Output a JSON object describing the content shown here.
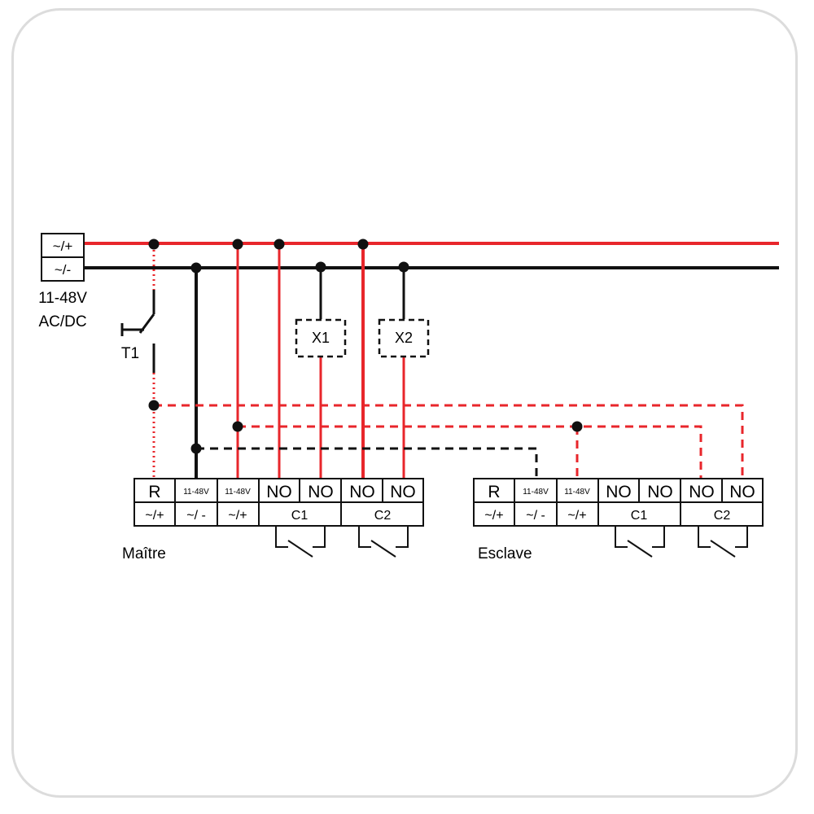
{
  "supply": {
    "pos_label": "~/+",
    "neg_label": "~/-",
    "voltage": "11-48V",
    "type": "AC/DC"
  },
  "switch": {
    "label": "T1"
  },
  "loads": [
    {
      "label": "X1"
    },
    {
      "label": "X2"
    }
  ],
  "master": {
    "name": "Maître",
    "top_labels": [
      "R",
      "11-48V",
      "11-48V",
      "NO",
      "NO",
      "NO",
      "NO"
    ],
    "bottom_labels": [
      "~/+",
      "~/ -",
      "~/+",
      "C1",
      "C2"
    ]
  },
  "slave": {
    "name": "Esclave",
    "top_labels": [
      "R",
      "11-48V",
      "11-48V",
      "NO",
      "NO",
      "NO",
      "NO"
    ],
    "bottom_labels": [
      "~/+",
      "~/ -",
      "~/+",
      "C1",
      "C2"
    ]
  },
  "colors": {
    "positive": "#e8262b",
    "negative": "#111111",
    "frame": "#dcdcdc"
  }
}
